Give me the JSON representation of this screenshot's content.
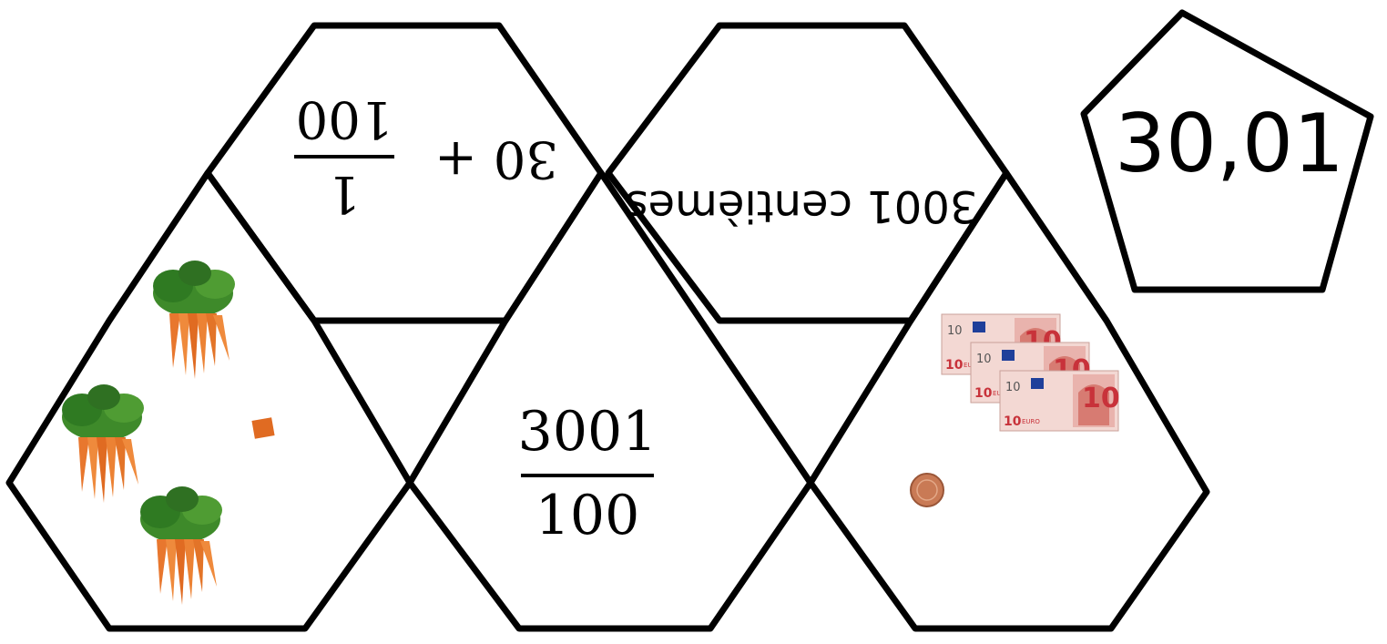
{
  "pentagon": {
    "value": "30,01"
  },
  "cards": {
    "sum_expression": {
      "integer_part": "30 +",
      "numerator": "1",
      "denominator": "100"
    },
    "words": "3001 centièmes",
    "fraction": {
      "numerator": "3001",
      "denominator": "100"
    },
    "carrots": {
      "picture": "three bunches of carrots and one small piece of carrot"
    },
    "money": {
      "picture": "three 10 euro banknotes and one 1 cent coin",
      "banknote_text": [
        "10",
        "10",
        "10"
      ],
      "banknote_currency": [
        "EURO",
        "EURO",
        "EURO"
      ]
    }
  },
  "colors": {
    "outline": "#000000",
    "carrot": "#e8772e",
    "carrot_leaves": "#3e8a2a",
    "banknote": "#e9b3ad",
    "banknote_red": "#c8323a",
    "eu_blue": "#1f3f9a",
    "coin": "#c97a55"
  }
}
